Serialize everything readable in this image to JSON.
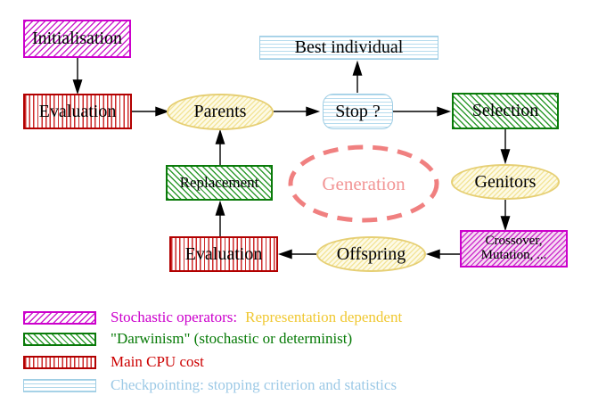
{
  "nodes": {
    "initialisation": "Initialisation",
    "evaluation_top": "Evaluation",
    "parents": "Parents",
    "best_individual": "Best individual",
    "stop": "Stop ?",
    "selection": "Selection",
    "replacement": "Replacement",
    "generation": "Generation",
    "genitors": "Genitors",
    "evaluation_bottom": "Evaluation",
    "offspring": "Offspring",
    "crossover_line1": "Crossover,",
    "crossover_line2": "Mutation, ..."
  },
  "legend": {
    "items": [
      {
        "swatch": "magenta-diagonal-hatch",
        "label": "Stochastic operators:",
        "label_extra": "Representation dependent"
      },
      {
        "swatch": "green-diagonal-hatch",
        "label": "\"Darwinism\" (stochastic or determinist)"
      },
      {
        "swatch": "red-vertical-stripes",
        "label": "Main CPU cost"
      },
      {
        "swatch": "cyan-horizontal-lines",
        "label": "Checkpointing: stopping criterion and statistics"
      }
    ]
  },
  "colors": {
    "magenta": "#cc00cc",
    "gold": "#f0c832",
    "dark_green": "#067a06",
    "red": "#cc0000",
    "light_blue": "#9cc9e6",
    "salmon": "#f08080",
    "yellow_border": "#e6cf74",
    "black": "#000000"
  }
}
